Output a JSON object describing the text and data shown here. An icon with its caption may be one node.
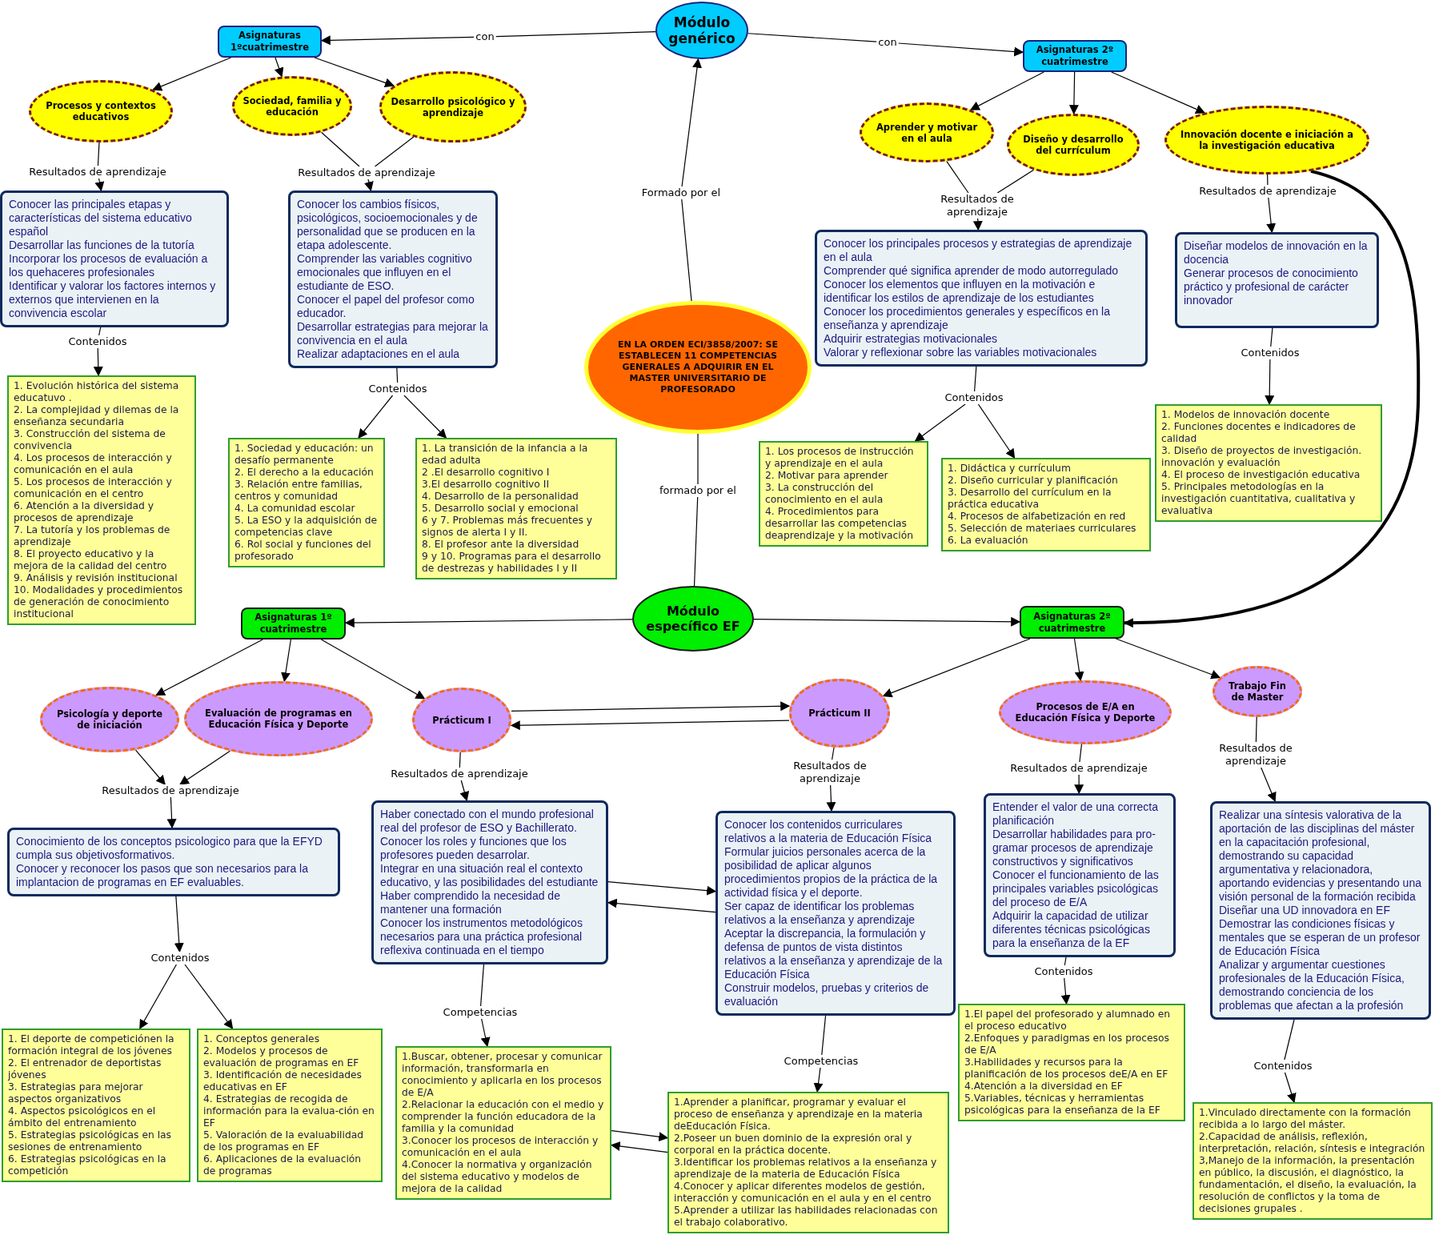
{
  "diagram": {
    "nodes": [
      {
        "text": [
          "Módulo genérico"
        ]
      },
      {
        "text": [
          "con"
        ]
      },
      {
        "text": [
          "Asignaturas 1ºcuatrimestre"
        ]
      },
      {
        "text": [
          "con"
        ]
      },
      {
        "text": [
          "Asignaturas 2º cuatrimestre"
        ]
      },
      {
        "text": [
          "Procesos y contextos educativos"
        ]
      },
      {
        "text": [
          "Sociedad, familia y educación"
        ]
      },
      {
        "text": [
          "Desarrollo psicológico y aprendizaje"
        ]
      },
      {
        "text": [
          "Resultados de aprendizaje"
        ]
      },
      {
        "text": [
          "Resultados de aprendizaje"
        ]
      },
      {
        "text": [
          "Conocer las principales etapas y características del sistema educativo español",
          "Desarrollar las funciones de la tutoría",
          "Incorporar los procesos de evaluación a los quehaceres profesionales",
          "Identificar y valorar los factores internos y externos que intervienen en la convivencia escolar"
        ]
      },
      {
        "text": [
          "Conocer los cambios físicos, psicológicos, socioemocionales y de personalidad que se producen en la etapa adolescente.",
          "Comprender las variables cognitivo emocionales que influyen en el estudiante de ESO.",
          "Conocer el papel del profesor como educador.",
          "Desarrollar estrategias para mejorar la convivencia en el aula",
          "Realizar adaptaciones en el aula"
        ]
      },
      {
        "text": [
          "Contenidos"
        ]
      },
      {
        "text": [
          "Contenidos"
        ]
      },
      {
        "text": [
          "1. Evolución histórica del sistema educatuvo .",
          "2. La complejidad y dilemas de la enseñanza secundaria",
          "3. Construcción del sistema de convivencia",
          "4. Los procesos de interacción y comunicación en el aula",
          "5. Los procesos de interacción y comunicación en el centro",
          "6. Atención a la diversidad y procesos de aprendizaje",
          "7. La tutoría y los problemas de aprendizaje",
          "8. El proyecto educativo y la mejora de la calidad del centro",
          "9. Análisis y revisión institucional",
          "10. Modalidades y procedimientos de generación de conocimiento institucional"
        ]
      },
      {
        "text": [
          "1. Sociedad y educación: un desafío permanente",
          "2. El derecho a la educación",
          "3. Relación entre familias, centros y comunidad",
          "4. La comunidad escolar",
          "5. La ESO y la adquisición de competencias clave",
          "6. Rol social y funciones del profesorado"
        ]
      },
      {
        "text": [
          "1. La transición de la infancia a la edad adulta",
          "2 .El desarrollo cognitivo I",
          "3.El desarrollo cognitivo II",
          "4. Desarrollo de la personalidad",
          "5. Desarrollo social y emocional",
          "6 y 7. Problemas más frecuentes y signos de alerta I y II.",
          "8. El profesor ante la diversidad",
          "9 y 10. Programas para el desarrollo de destrezas y habilidades I y II"
        ]
      },
      {
        "text": [
          "Formado por el"
        ]
      },
      {
        "text": [
          "EN LA ORDEN ECI/3858/2007: SE ESTABLECEN 11 COMPETENCIAS GENERALES A ADQUIRIR EN EL MASTER UNIVERSITARIO DE PROFESORADO"
        ]
      },
      {
        "text": [
          "formado por el"
        ]
      },
      {
        "text": [
          "Módulo específico EF"
        ]
      },
      {
        "text": [
          "Aprender y motivar en el aula"
        ]
      },
      {
        "text": [
          "Diseño y desarrollo del currículum"
        ]
      },
      {
        "text": [
          "Innovación docente e iniciación a la investigación educativa"
        ]
      },
      {
        "text": [
          "Resultados de aprendizaje"
        ]
      },
      {
        "text": [
          "Resultados de aprendizaje"
        ]
      },
      {
        "text": [
          "Conocer los principales procesos y estrategias de aprendizaje en el aula",
          "Comprender qué significa aprender de modo autorregulado",
          "Conocer los elementos que influyen en la motivación e identificar los estilos de aprendizaje de los estudiantes",
          "Conocer los procedimientos generales y específicos en la enseñanza y aprendizaje",
          "Adquirir estrategias motivacionales",
          "Valorar y reflexionar sobre las variables motivacionales"
        ]
      },
      {
        "text": [
          "Diseñar modelos de innovación en la docencia",
          "Generar procesos de conocimiento práctico y profesional de carácter innovador"
        ]
      },
      {
        "text": [
          "Contenidos"
        ]
      },
      {
        "text": [
          "Contenidos"
        ]
      },
      {
        "text": [
          "1. Los procesos de instrucción y aprendizaje en el aula",
          "2. Motivar para aprender",
          "3. La construcción del conocimiento en el aula",
          "4. Procedimientos para desarrollar las competencias deaprendizaje y la motivación"
        ]
      },
      {
        "text": [
          "1. Didáctica y currículum",
          "2. Diseño curricular y planificación",
          "3. Desarrollo del currículum en la práctica educativa",
          "4. Procesos de alfabetización en red",
          "5. Selección de materiaes curriculares",
          "6. La evaluación"
        ]
      },
      {
        "text": [
          "1. Modelos de innovación docente",
          "2. Funciones docentes e indicadores de calidad",
          "3. Diseño de proyectos de investigación. innovación y evaluación",
          "4. El proceso de investigación educativa",
          "5. Principales metodologías en la investigación cuantitativa, cualitativa y evaluativa"
        ]
      },
      {
        "text": [
          "Asignaturas 1º cuatrimestre"
        ]
      },
      {
        "text": [
          "Asignaturas 2º cuatrimestre"
        ]
      },
      {
        "text": [
          "Psicología y deporte de iniciación"
        ]
      },
      {
        "text": [
          "Evaluación de programas en Educación Física y Deporte"
        ]
      },
      {
        "text": [
          "Prácticum I"
        ]
      },
      {
        "text": [
          "Prácticum II"
        ]
      },
      {
        "text": [
          "Procesos de E/A en Educación Física y Deporte"
        ]
      },
      {
        "text": [
          "Trabajo Fin de Master"
        ]
      },
      {
        "text": [
          "Resultados de aprendizaje"
        ]
      },
      {
        "text": [
          "Resultados de aprendizaje"
        ]
      },
      {
        "text": [
          "Resultados de aprendizaje"
        ]
      },
      {
        "text": [
          "Resultados de aprendizaje"
        ]
      },
      {
        "text": [
          "Resultados de aprendizaje"
        ]
      },
      {
        "text": [
          "Conocimiento de los conceptos psicologico para que la EFYD cumpla sus objetivosformativos.",
          "Conocer y reconocer los pasos que son necesarios para la implantacion de programas en EF evaluables."
        ]
      },
      {
        "text": [
          "Haber conectado con el mundo profesional real del profesor de ESO y Bachillerato.",
          "Conocer los roles y funciones que los profesores pueden desarrolar.",
          "Integrar en una situación real el contexto educativo, y las posibilidades del estudiante",
          "Haber comprendido la necesidad de mantener una formación",
          "Conocer los instrumentos metodológicos necesarios para una práctica profesional reflexiva continuada en el tiempo"
        ]
      },
      {
        "text": [
          "Conocer los contenidos curriculares relativos a la materia de Educación Física",
          "Formular juicios personales acerca de la posibilidad de aplicar algunos procedimientos propios de la práctica de la actividad física y el deporte.",
          "Ser capaz de identificar los problemas relativos a la enseñanza y aprendizaje",
          "Aceptar la discrepancia, la formulación y defensa de puntos de vista distintos relativos a la enseñanza y aprendizaje de la Educación Física",
          "Construir modelos, pruebas y criterios de evaluación"
        ]
      },
      {
        "text": [
          "Entender el valor de una correcta planificación",
          "Desarrollar habilidades para pro-gramar procesos de aprendizaje constructivos y significativos",
          "Conocer el funcionamiento de las principales variables psicológicas del proceso de E/A",
          "Adquirir la capacidad de utilizar diferentes técnicas psicológicas para la enseñanza de la EF"
        ]
      },
      {
        "text": [
          "Realizar una síntesis valorativa de la aportación de las disciplinas del máster en la capacitación profesional, demostrando su capacidad argumentativa y relacionadora, aportando evidencias y presentando una visión personal de la formación recibida",
          "Diseñar una UD innovadora en EF",
          "Demostrar las condiciones físicas y mentales que se esperan de un profesor de Educación Física",
          "Analizar y argumentar cuestiones profesionales de la Educación Física, demostrando conciencia de los problemas que afectan a la profesión"
        ]
      },
      {
        "text": [
          "Contenidos"
        ]
      },
      {
        "text": [
          "Competencias"
        ]
      },
      {
        "text": [
          "Competencias"
        ]
      },
      {
        "text": [
          "Contenidos"
        ]
      },
      {
        "text": [
          "Contenidos"
        ]
      },
      {
        "text": [
          "1. El deporte de competiciónen la formación integral de los jóvenes",
          "2. El entrenador de deportistas jóvenes",
          "3. Estrategias para mejorar aspectos organizativos",
          "4. Aspectos psicológicos en el ámbito del entrenamiento",
          "5. Estrategias psicológicas en las sesiones de entrenamiento",
          "6. Estrategias psicológicas en la competición"
        ]
      },
      {
        "text": [
          "1. Conceptos generales",
          "2. Modelos y procesos de evaluación de programas en EF",
          "3. Identificación de necesidades educativas en EF",
          "4. Estrategias de recogida de información para la evalua-ción en EF",
          "5. Valoración de la evaluabilidad de los programas en EF",
          "6. Aplicaciones de la evaluación de programas"
        ]
      },
      {
        "text": [
          "1.Buscar, obtener, procesar y comunicar información, transformarla en conocimiento y aplicarla en los procesos de E/A",
          "2.Relacionar la educación con el medio y comprender la función educadora de la familia y la comunidad",
          "3.Conocer los procesos de interacción y comunicación en el aula",
          "4.Conocer la normativa y organización del sistema educativo y modelos de mejora de la calidad"
        ]
      },
      {
        "text": [
          "1.Aprender a planificar, programar y evaluar el proceso de enseñanza y aprendizaje en la materia deEducación Física.",
          "2.Poseer un buen dominio de la expresión oral y corporal en la práctica docente.",
          "3.Identificar los problemas relativos a la enseñanza y aprendizaje de la materia de Educación Física",
          "4.Conocer y aplicar diferentes modelos de gestión, interacción y comunicación en el aula y en el centro",
          "5.Aprender a utilizar las habilidades relacionadas con el trabajo colaborativo."
        ]
      },
      {
        "text": [
          "1.El papel del profesorado y alumnado en el proceso educativo",
          "2.Enfoques y paradigmas en los procesos de E/A",
          "3.Habilidades y recursos para la planificación de los procesos deE/A en EF",
          "4.Atención a la diversidad en EF",
          "5.Variables, técnicas y herramientas psicológicas para la enseñanza de la EF"
        ]
      },
      {
        "text": [
          "1.Vinculado directamente con la formación recibida a lo largo del máster.",
          "2.Capacidad de análisis, reflexión, interpretación, relación, síntesis e integración",
          "3,Manejo de la información, la presentación en público, la discusión, el diagnóstico, la fundamentación, el diseño, la evaluación, la resolución de conflictos y la toma de decisiones grupales ."
        ]
      }
    ],
    "edges": [
      {
        "from": 0,
        "to": 1,
        "arrow": "none"
      },
      {
        "from": 1,
        "to": 2,
        "arrow": "to"
      },
      {
        "from": 0,
        "to": 3,
        "arrow": "none"
      },
      {
        "from": 3,
        "to": 4,
        "arrow": "to"
      },
      {
        "from": 2,
        "to": 5,
        "arrow": "to"
      },
      {
        "from": 2,
        "to": 6,
        "arrow": "to"
      },
      {
        "from": 2,
        "to": 7,
        "arrow": "to"
      },
      {
        "from": 5,
        "to": 8,
        "arrow": "none"
      },
      {
        "from": 8,
        "to": 10,
        "arrow": "to"
      },
      {
        "from": 6,
        "to": 9,
        "arrow": "none"
      },
      {
        "from": 7,
        "to": 9,
        "arrow": "none"
      },
      {
        "from": 9,
        "to": 11,
        "arrow": "to"
      },
      {
        "from": 10,
        "to": 12,
        "arrow": "none"
      },
      {
        "from": 12,
        "to": 14,
        "arrow": "to"
      },
      {
        "from": 11,
        "to": 13,
        "arrow": "none"
      },
      {
        "from": 13,
        "to": 15,
        "arrow": "to"
      },
      {
        "from": 13,
        "to": 16,
        "arrow": "to"
      },
      {
        "from": 18,
        "to": 17,
        "arrow": "none"
      },
      {
        "from": 17,
        "to": 0,
        "arrow": "to"
      },
      {
        "from": 18,
        "to": 19,
        "arrow": "none"
      },
      {
        "from": 19,
        "to": 20,
        "arrow": "none"
      },
      {
        "from": 4,
        "to": 21,
        "arrow": "to"
      },
      {
        "from": 4,
        "to": 22,
        "arrow": "to"
      },
      {
        "from": 4,
        "to": 23,
        "arrow": "to"
      },
      {
        "from": 21,
        "to": 24,
        "arrow": "none"
      },
      {
        "from": 22,
        "to": 24,
        "arrow": "none"
      },
      {
        "from": 24,
        "to": 26,
        "arrow": "to"
      },
      {
        "from": 23,
        "to": 25,
        "arrow": "none"
      },
      {
        "from": 25,
        "to": 27,
        "arrow": "to"
      },
      {
        "from": 26,
        "to": 28,
        "arrow": "none"
      },
      {
        "from": 28,
        "to": 30,
        "arrow": "to"
      },
      {
        "from": 28,
        "to": 31,
        "arrow": "to"
      },
      {
        "from": 27,
        "to": 29,
        "arrow": "none"
      },
      {
        "from": 29,
        "to": 32,
        "arrow": "to"
      },
      {
        "from": 23,
        "to": 34,
        "arrow": "to",
        "style": "thick"
      },
      {
        "from": 20,
        "to": 33,
        "arrow": "to"
      },
      {
        "from": 20,
        "to": 34,
        "arrow": "to"
      },
      {
        "from": 33,
        "to": 35,
        "arrow": "to"
      },
      {
        "from": 33,
        "to": 36,
        "arrow": "to"
      },
      {
        "from": 33,
        "to": 37,
        "arrow": "to"
      },
      {
        "from": 34,
        "to": 38,
        "arrow": "to"
      },
      {
        "from": 34,
        "to": 39,
        "arrow": "to"
      },
      {
        "from": 34,
        "to": 40,
        "arrow": "to"
      },
      {
        "from": 37,
        "to": 38,
        "arrow": "to"
      },
      {
        "from": 38,
        "to": 37,
        "arrow": "to"
      },
      {
        "from": 35,
        "to": 41,
        "arrow": "to"
      },
      {
        "from": 36,
        "to": 41,
        "arrow": "to"
      },
      {
        "from": 41,
        "to": 46,
        "arrow": "to"
      },
      {
        "from": 37,
        "to": 42,
        "arrow": "none"
      },
      {
        "from": 42,
        "to": 47,
        "arrow": "to"
      },
      {
        "from": 38,
        "to": 43,
        "arrow": "none"
      },
      {
        "from": 43,
        "to": 48,
        "arrow": "to"
      },
      {
        "from": 39,
        "to": 44,
        "arrow": "none"
      },
      {
        "from": 44,
        "to": 49,
        "arrow": "to"
      },
      {
        "from": 40,
        "to": 45,
        "arrow": "none"
      },
      {
        "from": 45,
        "to": 50,
        "arrow": "to"
      },
      {
        "from": 47,
        "to": 48,
        "arrow": "to"
      },
      {
        "from": 48,
        "to": 47,
        "arrow": "to"
      },
      {
        "from": 46,
        "to": 51,
        "arrow": "to"
      },
      {
        "from": 51,
        "to": 56,
        "arrow": "to"
      },
      {
        "from": 51,
        "to": 57,
        "arrow": "to"
      },
      {
        "from": 47,
        "to": 52,
        "arrow": "none"
      },
      {
        "from": 52,
        "to": 58,
        "arrow": "to"
      },
      {
        "from": 48,
        "to": 53,
        "arrow": "none"
      },
      {
        "from": 53,
        "to": 59,
        "arrow": "to"
      },
      {
        "from": 58,
        "to": 59,
        "arrow": "to"
      },
      {
        "from": 59,
        "to": 58,
        "arrow": "to"
      },
      {
        "from": 49,
        "to": 54,
        "arrow": "none"
      },
      {
        "from": 54,
        "to": 60,
        "arrow": "to"
      },
      {
        "from": 50,
        "to": 55,
        "arrow": "none"
      },
      {
        "from": 55,
        "to": 61,
        "arrow": "to"
      }
    ]
  }
}
